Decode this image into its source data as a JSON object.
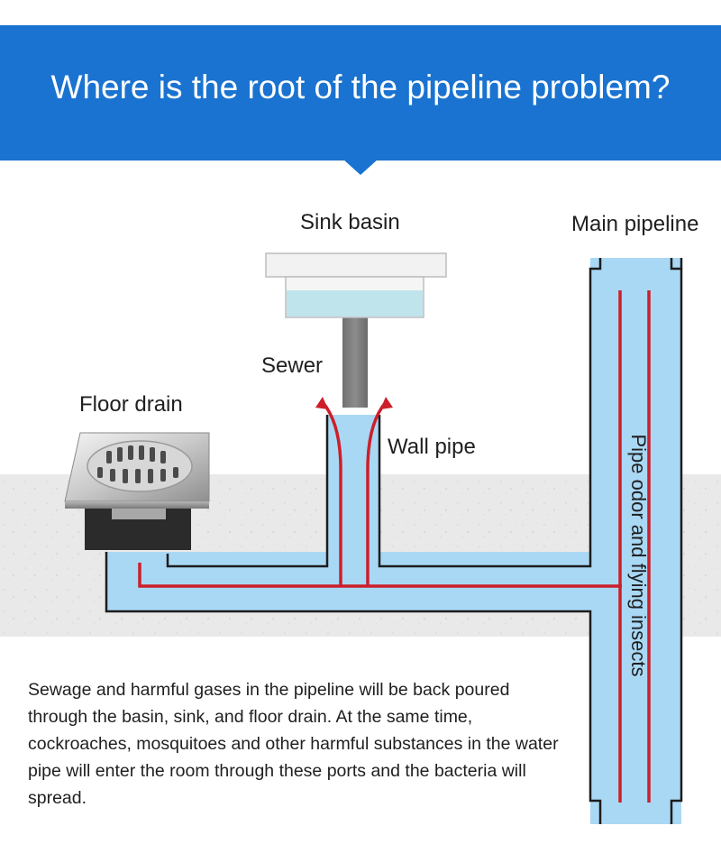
{
  "title": "Where is the root of the pipeline problem?",
  "labels": {
    "sink_basin": "Sink basin",
    "main_pipeline": "Main pipeline",
    "sewer": "Sewer",
    "floor_drain": "Floor drain",
    "wall_pipe": "Wall pipe",
    "pipe_odor": "Pipe odor and flying insects"
  },
  "description": "Sewage and harmful gases in the pipeline will be back poured through the basin, sink, and floor drain. At the same time, cockroaches, mosquitoes and other harmful substances in the water pipe will enter the room through these ports and the bacteria will spread.",
  "colors": {
    "header": "#1a73d0",
    "pipe_fill": "#a9d8f5",
    "pipe_outline": "#1c1c1c",
    "flow_line": "#cc1f2a",
    "wall": "#e9e9e9"
  }
}
